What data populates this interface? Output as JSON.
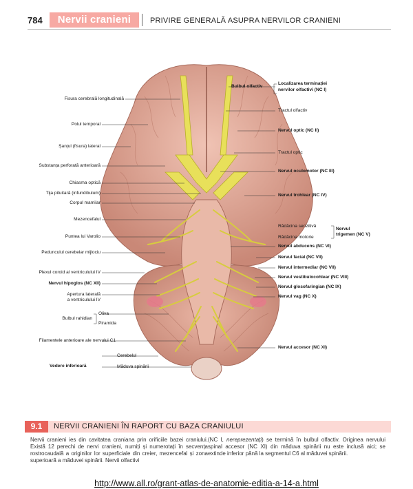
{
  "header": {
    "page_number": "784",
    "chapter_title": "Nervii cranieni",
    "section_heading": "PRIVIRE GENERALĂ ASUPRA NERVILOR CRANIENI"
  },
  "figure": {
    "labels_left": [
      "Fisura cerebrală longitudinală",
      "Polul temporal",
      "Șanțul (fisura) lateral",
      "Substanța perforată anterioară",
      "Chiasma optică",
      "Tija pituitară (infundibulum)",
      "Corpul mamilar",
      "Mezencefalul",
      "Puntea lui Varolio",
      "Pedunculul cerebelar mijlociu",
      "Plexul coroid al ventriculului IV",
      "Nervul hipoglos (NC XII)",
      "Apertura laterală",
      "a ventriculului IV",
      "Bulbul rahidian",
      "Oliva",
      "Piramida",
      "Filamentele anterioare ale nervului C1",
      "Cerebelul",
      "Măduva spinării",
      "Vedere inferioară"
    ],
    "labels_right": [
      "Bulbul olfactiv",
      "Localizarea terminației",
      "nervilor olfactivi (NC I)",
      "Tractul olfactiv",
      "Nervul optic (NC II)",
      "Tractul optic",
      "Nervul oculomotor (NC III)",
      "Nervul trohlear (NC IV)",
      "Rădăcina senzitivă",
      "Rădăcina motorie",
      "Nervul",
      "trigemen (NC V)",
      "Nervul abducens (NC VI)",
      "Nervul facial (NC VII)",
      "Nervul intermediar (NC VII)",
      "Nervul vestibulocohlear (NC VIII)",
      "Nervul glosofaringian (NC IX)",
      "Nervul vag (NC X)",
      "Nervul accesor (NC XI)"
    ]
  },
  "section": {
    "number": "9.1",
    "title": "NERVII CRANIENI ÎN RAPORT CU BAZA CRANIULUI",
    "col1": "Nervii cranieni ies din cavitatea craniana prin orificiile bazei craniului. Există 12 perechi de nervi cranieni, numiți și numerotați în secvența rostrocaudală a originilor lor superficiale din creier, mezencefal și zona superioară a măduvei spinării. Nervii olfactivi",
    "col2_prefix": "(NC I, ",
    "col2_italic": "nereprezentați",
    "col2_suffix": ") se termină în bulbul olfactiv. Originea nervului spinal accesor (NC XI) din măduva spinării nu este inclusă aici; se extinde inferior până la segmentul C6 al măduvei spinării."
  },
  "footer": {
    "url": "http://www.all.ro/grant-atlas-de-anatomie-editia-a-14-a.html"
  },
  "colors": {
    "band": "#f7a9a3",
    "section_num": "#e8625a",
    "section_band": "#fcd9d5",
    "brain": "#e4aa99",
    "nerve": "#e8e05a"
  }
}
